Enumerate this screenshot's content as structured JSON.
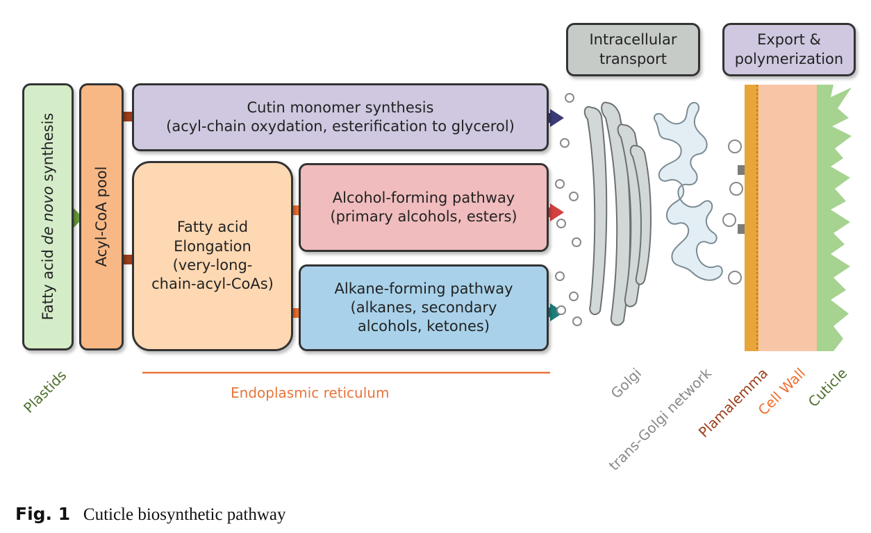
{
  "boxes": {
    "plastids_box": "Fatty acid de novo synthesis",
    "acyl_pool": "Acyl-CoA pool",
    "cutin": {
      "line1": "Cutin monomer synthesis",
      "line2": "(acyl-chain oxydation, esterification to glycerol)"
    },
    "elongation": {
      "line1": "Fatty acid",
      "line2": "Elongation",
      "line3": "(very-long-",
      "line4": "chain-acyl-CoAs)"
    },
    "alcohol": {
      "line1": "Alcohol-forming pathway",
      "line2": "(primary alcohols, esters)"
    },
    "alkane": {
      "line1": "Alkane-forming pathway",
      "line2": "(alkanes, secondary",
      "line3": "alcohols, ketones)"
    },
    "transport": {
      "line1": "Intracellular",
      "line2": "transport"
    },
    "export": {
      "line1": "Export &",
      "line2": "polymerization"
    }
  },
  "labels": {
    "plastids": "Plastids",
    "er": "Endoplasmic reticulum",
    "golgi": "Golgi",
    "tgn": "trans-Golgi network",
    "plasmalemma": "Plamalemma",
    "cellwall": "Cell Wall",
    "cuticle": "Cuticle"
  },
  "caption": {
    "fig": "Fig. 1",
    "text": "Cuticle biosynthetic pathway"
  },
  "colors": {
    "plastid_fill": "#d5ecc9",
    "acyl_fill": "#f7b886",
    "cutin_fill": "#cfc8e0",
    "elong_fill": "#fdd8b2",
    "alcohol_fill": "#f0bcbd",
    "alkane_fill": "#a9d2ea",
    "gray_box": "#c6cbc8",
    "lavender_box": "#cfc8e0",
    "cell_wall": "#f9c5a7",
    "plasmalemma": "#e8a53a",
    "cuticle": "#a6d390",
    "green_text": "#4f6e2d",
    "orange_text": "#e8743b",
    "brown_text": "#9c3e1a",
    "gray_text": "#888888"
  }
}
